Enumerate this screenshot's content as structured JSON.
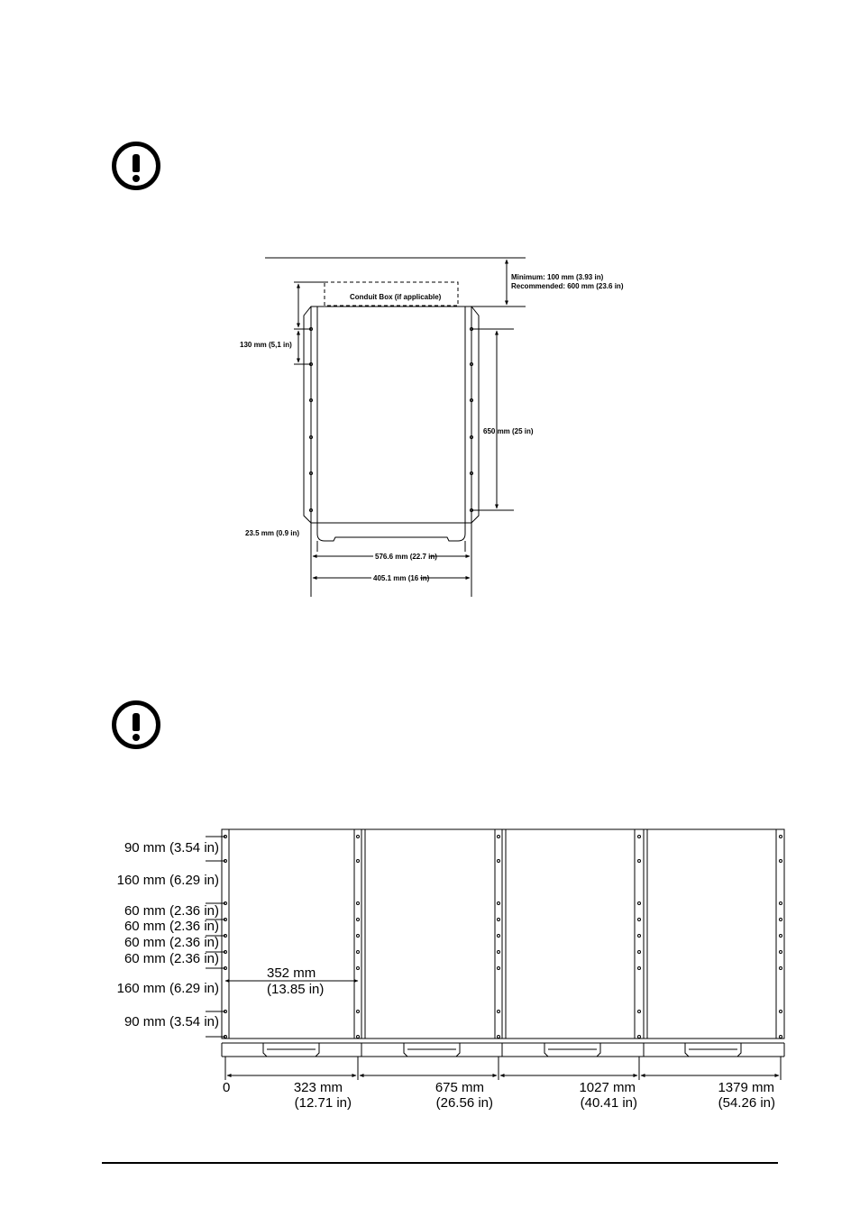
{
  "top_diagram": {
    "clearance_min": "Minimum: 100 mm (3.93 in)",
    "clearance_rec": "Recommended: 600 mm (23.6 in)",
    "conduit_box": "Conduit Box (if applicable)",
    "dim_130": "130 mm (5,1 in)",
    "dim_650": "650 mm (25 in)",
    "dim_23_5": "23.5 mm (0.9 in)",
    "dim_576_6": "576.6 mm (22.7 in)",
    "dim_405_1": "405.1 mm (16 in)"
  },
  "bottom_diagram": {
    "vertical_dims": [
      "90 mm (3.54 in)",
      "160 mm (6.29 in)",
      "60 mm (2.36 in)",
      "60 mm (2.36 in)",
      "60 mm (2.36 in)",
      "60 mm (2.36 in)",
      "160 mm (6.29 in)",
      "90 mm (3.54 in)"
    ],
    "inner_dim_line1": "352 mm",
    "inner_dim_line2": "(13.85 in)",
    "origin": "0",
    "horizontal_dims": [
      {
        "mm": "323 mm",
        "in": "(12.71 in)"
      },
      {
        "mm": "675 mm",
        "in": "(26.56 in)"
      },
      {
        "mm": "1027 mm",
        "in": "(40.41 in)"
      },
      {
        "mm": "1379 mm",
        "in": "(54.26 in)"
      }
    ]
  }
}
